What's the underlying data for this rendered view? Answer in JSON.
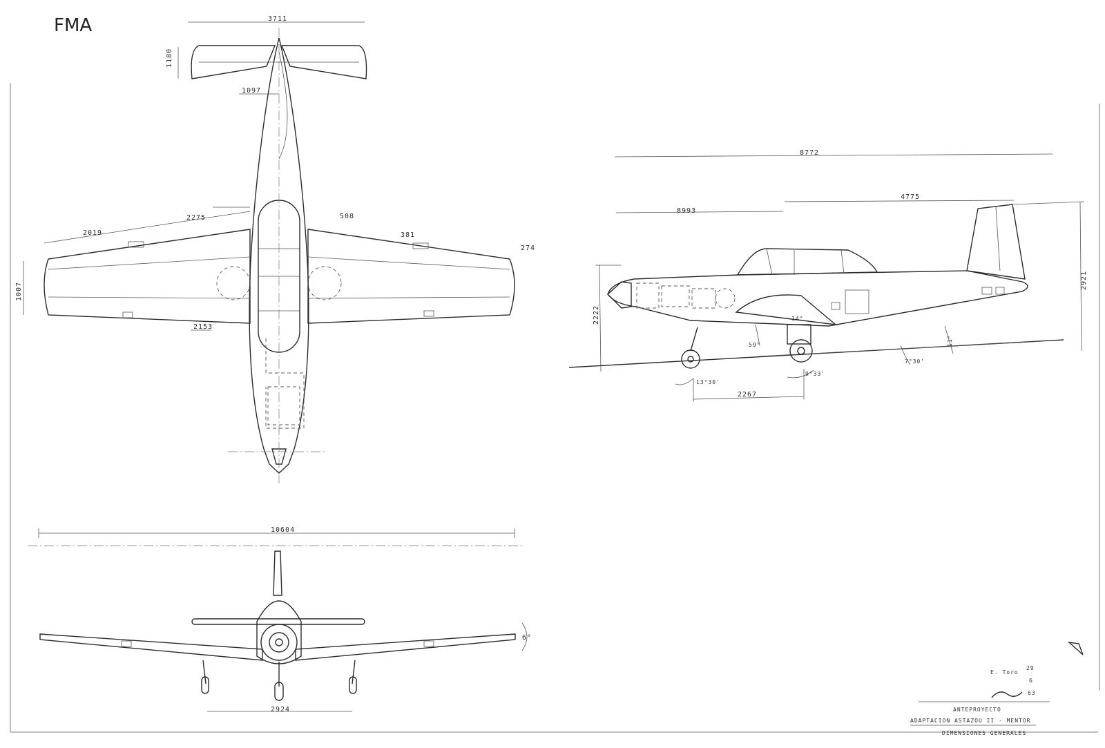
{
  "brand": "FMA",
  "top_view": {
    "tail_span": "3711",
    "tail_chord": "1180",
    "tail_offset": "1097",
    "wing_panel_outer": "2019",
    "wing_panel_inner": "2275",
    "aileron_a": "508",
    "aileron_b": "381",
    "tip_dim": "274",
    "wing_root": "2153",
    "tip_chord": "1007",
    "span_total": "10604"
  },
  "side_view": {
    "overall_length": "8772",
    "nose_to_cg": "8993",
    "tail_arm": "4775",
    "height": "2921",
    "prop_height": "2222",
    "wheelbase": "2267",
    "angle_nose": "13°30'",
    "angle_main": "9°33'",
    "angle_ground": "7°30'",
    "angle_gear": "59°",
    "angle_fuselage": "14°",
    "ground_clear": "11°"
  },
  "front_view": {
    "track": "2924",
    "dihedral": "6°"
  },
  "title_block": {
    "line1": "ANTEPROYECTO",
    "line2": "ADAPTACION ASTAZOU II - MENTOR",
    "line3": "DIMENSIONES GENERALES",
    "drawn_by": "E. Toro",
    "day": "29",
    "month": "6",
    "year": "63"
  }
}
